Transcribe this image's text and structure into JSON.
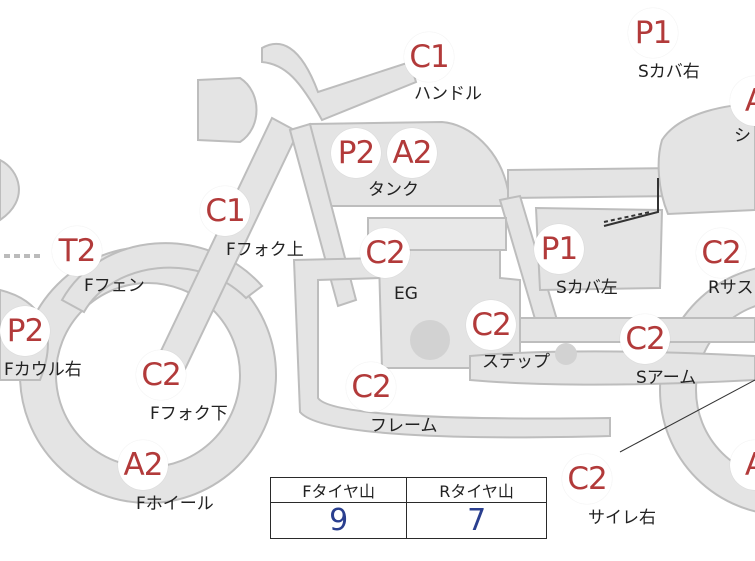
{
  "parts": [
    {
      "id": "handle",
      "grade": "C1",
      "label": "ハンドル"
    },
    {
      "id": "s-cover-right",
      "grade": "P1",
      "label": "Sカバ右"
    },
    {
      "id": "seat",
      "grade": "A",
      "label": "シ"
    },
    {
      "id": "tank",
      "grades": [
        "P2",
        "A2"
      ],
      "label": "タンク"
    },
    {
      "id": "f-fork-upper",
      "grade": "C1",
      "label": "Fフォク上"
    },
    {
      "id": "f-fender",
      "grade": "T2",
      "label": "Fフェン"
    },
    {
      "id": "engine",
      "grade": "C2",
      "label": "EG"
    },
    {
      "id": "s-cover-left",
      "grade": "P1",
      "label": "Sカバ左"
    },
    {
      "id": "r-sus",
      "grade": "C2",
      "label": "Rサス"
    },
    {
      "id": "f-cowl-right",
      "grade": "P2",
      "label": "Fカウル右"
    },
    {
      "id": "step",
      "grade": "C2",
      "label": "ステップ"
    },
    {
      "id": "s-arm",
      "grade": "C2",
      "label": "Sアーム"
    },
    {
      "id": "f-fork-lower",
      "grade": "C2",
      "label": "Fフォク下"
    },
    {
      "id": "frame",
      "grade": "C2",
      "label": "フレーム"
    },
    {
      "id": "silencer-right",
      "grade": "C2",
      "label": "サイレ右"
    },
    {
      "id": "f-wheel",
      "grade": "A2",
      "label": "Fホイール"
    },
    {
      "id": "r-wheel",
      "grade": "A",
      "label": ""
    }
  ],
  "tire_tread": {
    "front_header": "Fタイヤ山",
    "rear_header": "Rタイヤ山",
    "front_value": "9",
    "rear_value": "7"
  },
  "colors": {
    "grade_text": "#b23a3a",
    "part_fill": "#e4e4e4",
    "part_stroke": "#bdbdbd",
    "tire_value": "#2a3f8f"
  }
}
